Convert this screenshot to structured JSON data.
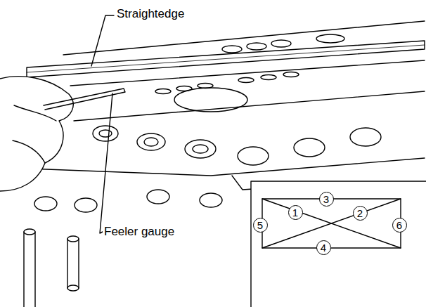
{
  "diagram": {
    "nodes": [
      {
        "text": [
          "3"
        ]
      },
      {
        "text": [
          "1"
        ]
      },
      {
        "text": [
          "2"
        ]
      },
      {
        "text": [
          "5"
        ]
      },
      {
        "text": [
          "6"
        ]
      },
      {
        "text": [
          "4"
        ]
      }
    ],
    "labels": [
      "Straightedge",
      "Feeler gauge"
    ]
  }
}
